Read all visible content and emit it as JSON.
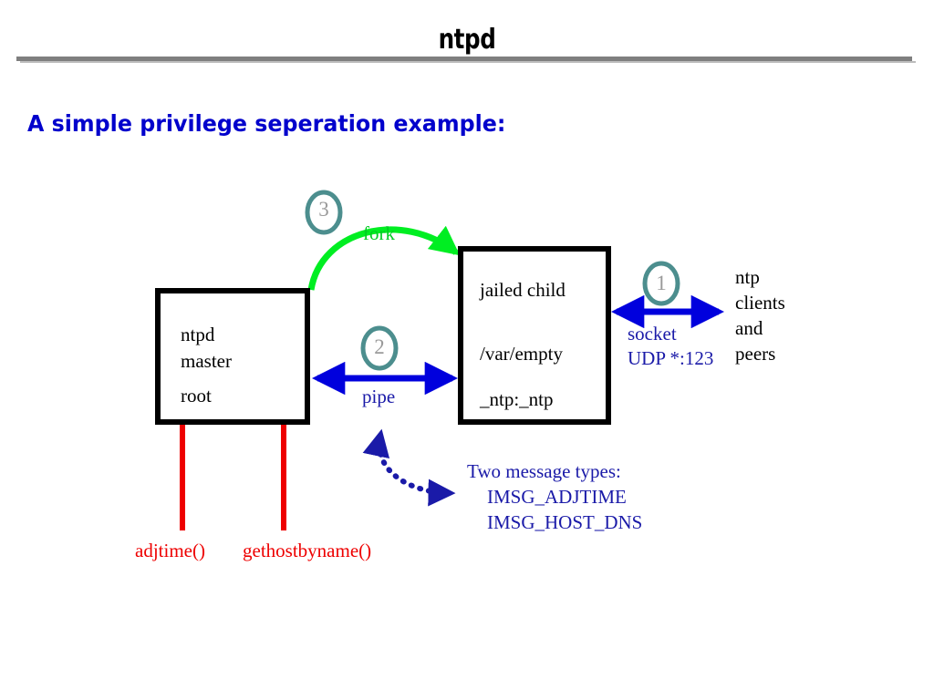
{
  "slide": {
    "title": "ntpd",
    "subtitle": "A simple privilege seperation example:"
  },
  "colors": {
    "title_rule": "#7f7f7f",
    "subtitle_blue": "#0000cc",
    "fork_green": "#00cc22",
    "arrow_blue": "#1a1aa8",
    "pipe_blue": "#0000dd",
    "syscall_red": "#ee0000",
    "circle_teal": "#4c8e8e",
    "circle_num_gray": "#9a9a9a",
    "box_border": "#000000"
  },
  "diagram": {
    "master_box": {
      "lines": [
        "ntpd",
        "master",
        "root"
      ]
    },
    "child_box": {
      "lines": [
        "jailed child",
        "/var/empty",
        "_ntp:_ntp"
      ]
    },
    "steps": [
      {
        "number": "1",
        "label": "socket\nUDP *:123"
      },
      {
        "number": "2",
        "label": "pipe"
      },
      {
        "number": "3",
        "label": "fork"
      }
    ],
    "step_numbers": {
      "one": "1",
      "two": "2",
      "three": "3"
    },
    "labels": {
      "fork": "fork",
      "pipe": "pipe",
      "socket_line1": "socket",
      "socket_line2": "UDP *:123",
      "clients": [
        "ntp",
        "clients",
        "and",
        "peers"
      ],
      "message_types_header": "Two message types:",
      "message_types": [
        "IMSG_ADJTIME",
        "IMSG_HOST_DNS"
      ],
      "syscall_left": "adjtime()",
      "syscall_right": "gethostbyname()"
    }
  }
}
